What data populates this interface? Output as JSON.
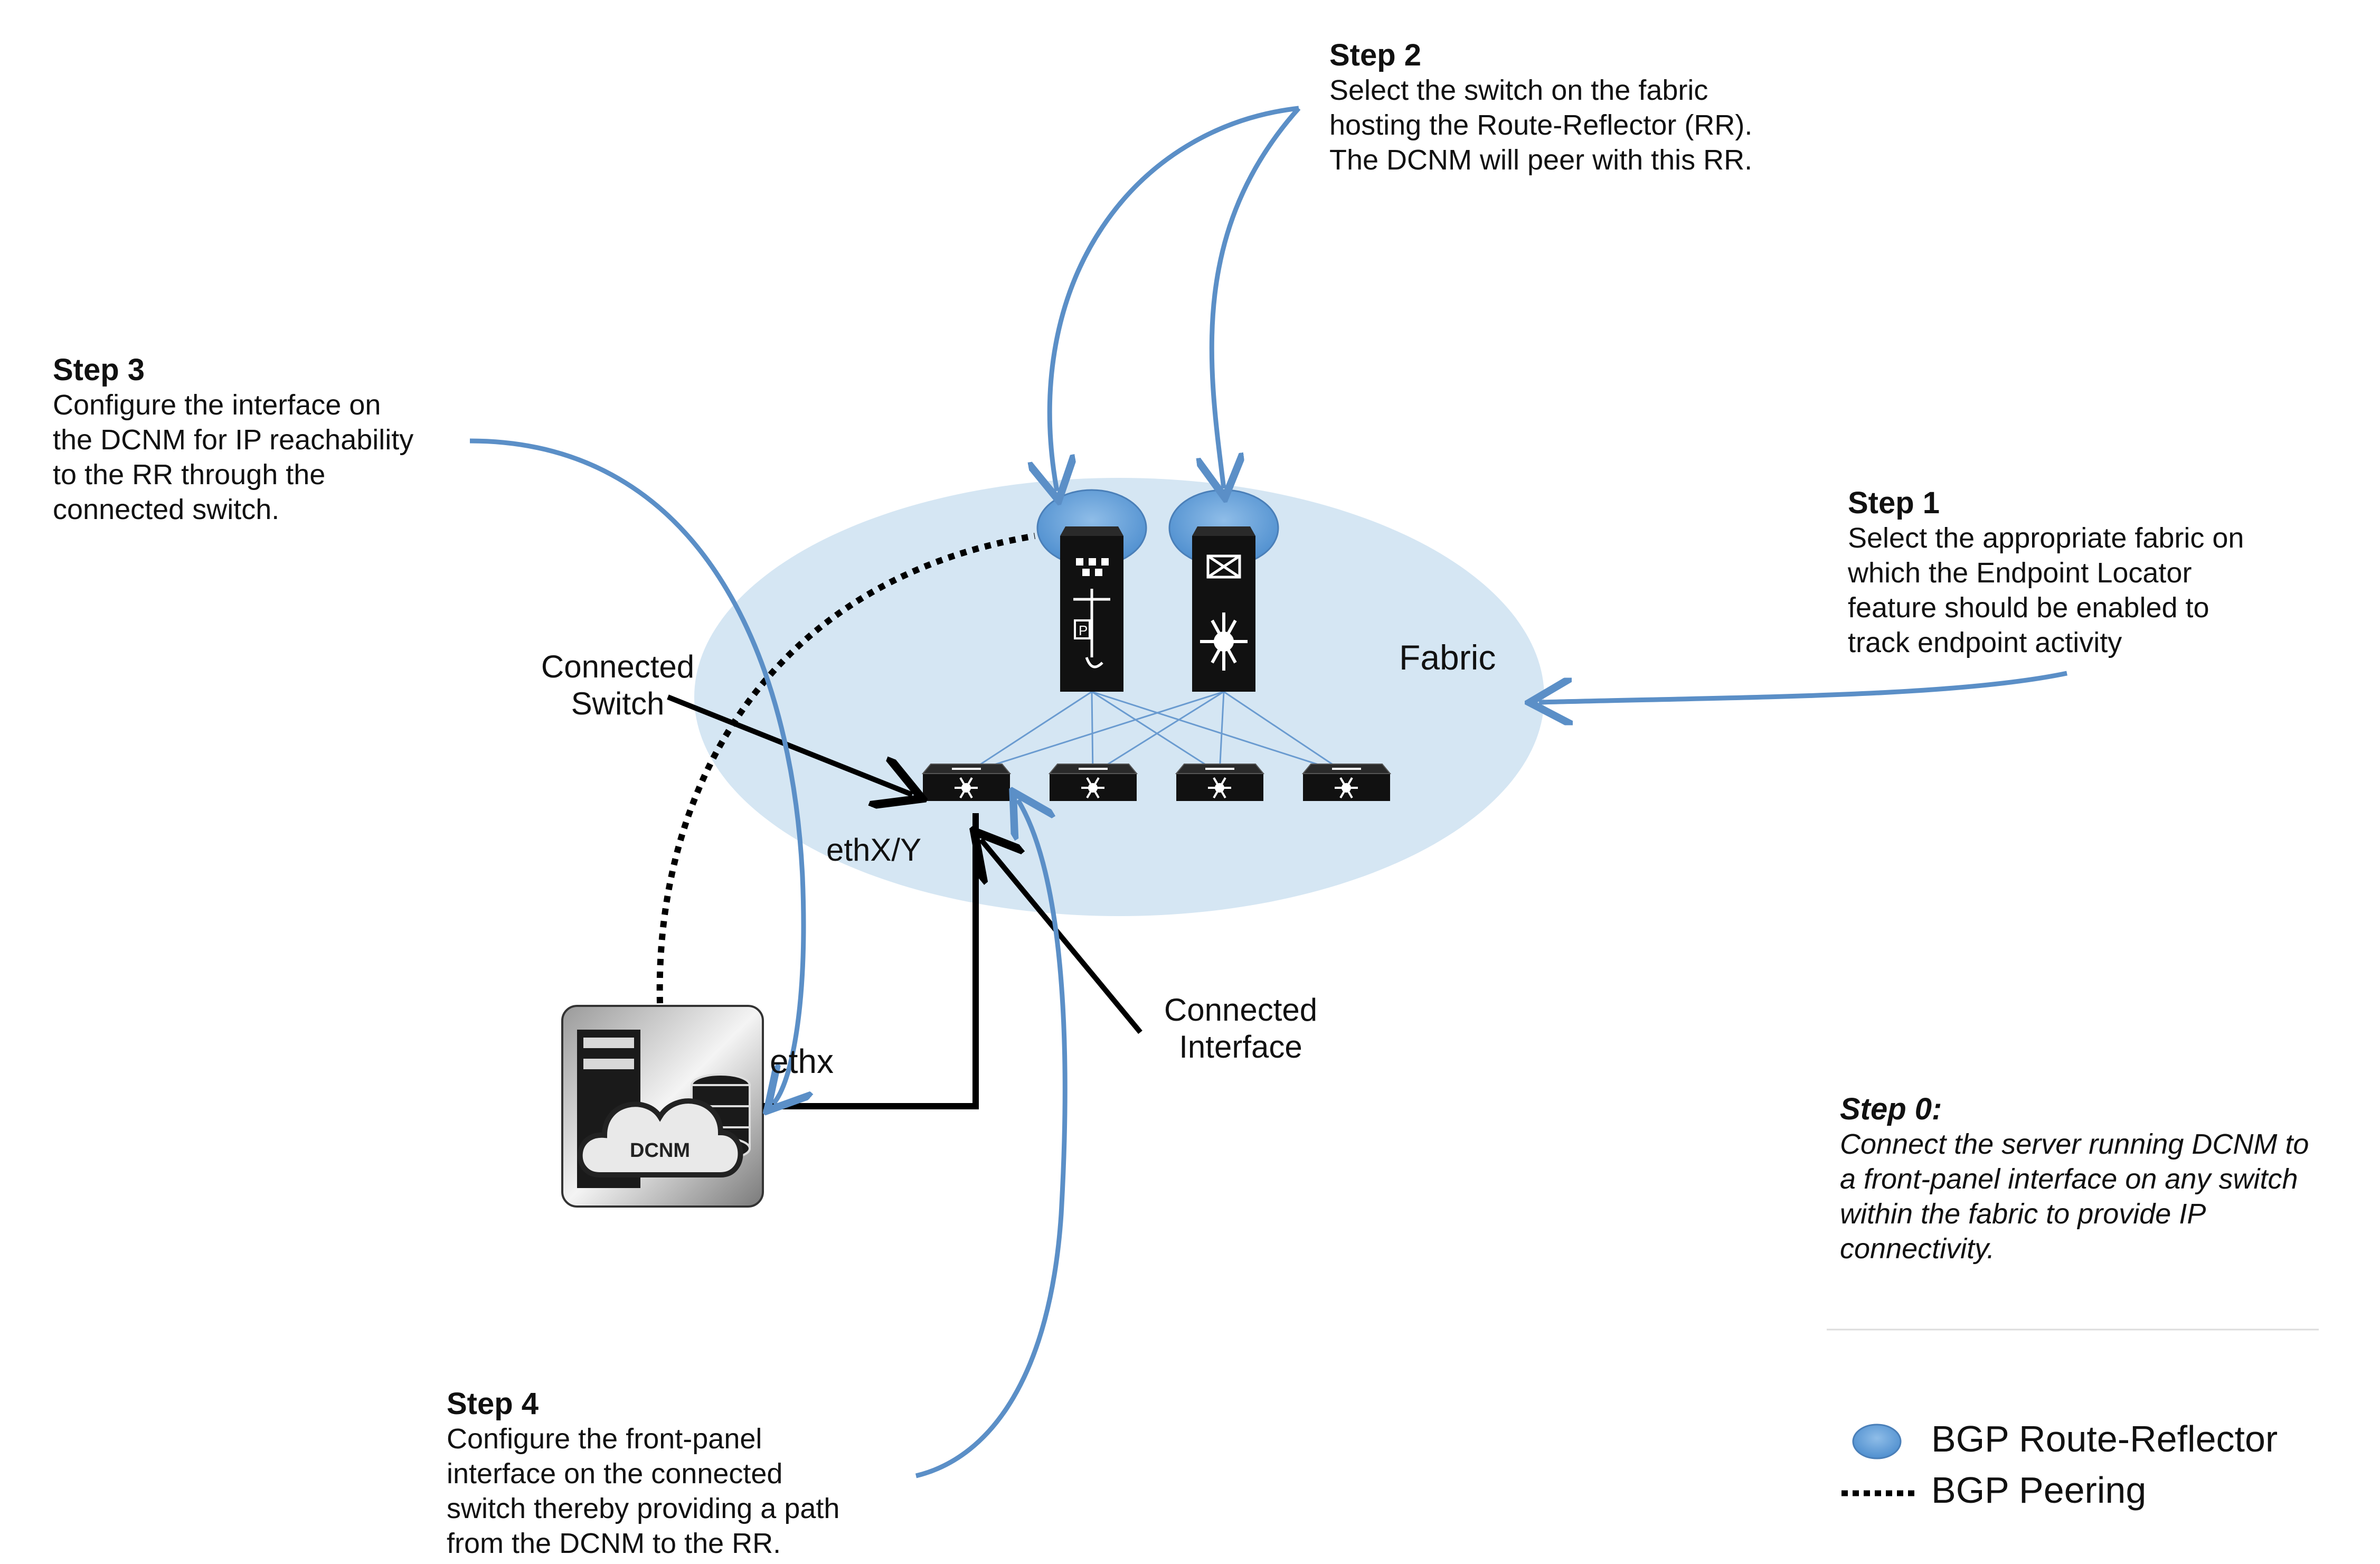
{
  "steps": {
    "step2": {
      "title": "Step 2",
      "lines": [
        "Select the switch on the fabric",
        "hosting the Route-Reflector (RR).",
        "The DCNM will peer with this RR."
      ]
    },
    "step3": {
      "title": "Step 3",
      "lines": [
        "Configure the interface on",
        "the DCNM for IP reachability",
        "to the RR through the",
        "connected switch."
      ]
    },
    "step1": {
      "title": "Step 1",
      "lines": [
        "Select the appropriate fabric on",
        "which the Endpoint Locator",
        "feature should be enabled to",
        "track endpoint activity"
      ]
    },
    "step0": {
      "title": "Step 0:",
      "lines": [
        "Connect the server running DCNM to",
        "a front-panel interface on any switch",
        "within the fabric to provide IP",
        "connectivity."
      ]
    },
    "step4": {
      "title": "Step 4",
      "lines": [
        "Configure the front-panel",
        "interface on the connected",
        "switch thereby providing a path",
        "from the DCNM to the RR."
      ]
    }
  },
  "labels": {
    "fabric": "Fabric",
    "connected_switch": [
      "Connected",
      "Switch"
    ],
    "connected_interface": [
      "Connected",
      "Interface"
    ],
    "ethxy": "ethX/Y",
    "ethx": "ethx",
    "dcnm": "DCNM"
  },
  "legend": {
    "route_reflector": "BGP Route-Reflector",
    "peering": "BGP Peering"
  },
  "colors": {
    "fabric_fill": "#d5e6f3",
    "rr_fill": "#5b9bd5",
    "arrow_blue": "#5b8fc7",
    "link_blue": "#6a9bd0"
  }
}
